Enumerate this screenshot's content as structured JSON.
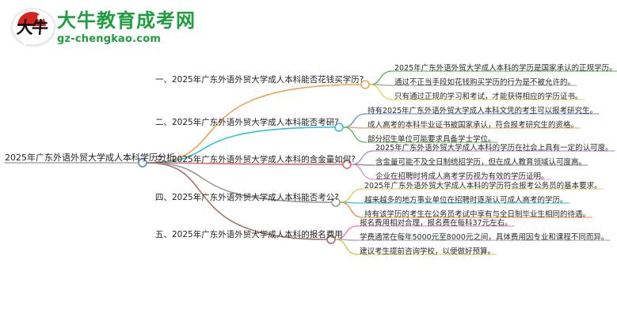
{
  "header": {
    "logo_cn": "大牛",
    "site_title": "大牛教育成考网",
    "site_domain": "gz-chengkao.com",
    "brand_color": "#1e9e3e",
    "logo_accent_color": "#d5241f"
  },
  "mindmap": {
    "root": {
      "label": "2025年广东外语外贸大学成人本科学历分析",
      "node_color": "#4a8fd6"
    },
    "branches": [
      {
        "label": "一、2025年广东外语外贸大学成人本科能否花钱买学历?",
        "color": "#f0a050",
        "leaves": [
          {
            "label": "2025年广东外语外贸大学成人本科的学历是国家承认的正规学历。",
            "color": "#4caf50"
          },
          {
            "label": "通过不正当手段如花钱购买学历的行为是不被允许的。",
            "color": "#9e9e9e"
          },
          {
            "label": "只有通过正规的学习和考试，才能获得相应的学历证书。",
            "color": "#e8d44d"
          }
        ]
      },
      {
        "label": "二、2025年广东外语外贸大学成人本科能否考研?",
        "color": "#2ec4d6",
        "leaves": [
          {
            "label": "持有2025年广东外语外贸大学成人本科文凭的考生可以报考研究生。",
            "color": "#5b8fd6"
          },
          {
            "label": "成人高考的本科毕业证书被国家承认，符合报考研究生的资格。",
            "color": "#f0a050"
          },
          {
            "label": "部分招生单位可能要求具备学士学位。",
            "color": "#5cb85c"
          }
        ]
      },
      {
        "label": "三、2025年广东外语外贸大学成人本科的含金量如何?",
        "color": "#e2686a",
        "leaves": [
          {
            "label": "2025年广东外语外贸大学成人本科的学历在社会上具有一定的认可度。",
            "color": "#a97fd4"
          },
          {
            "label": "含金量可能不及全日制统招学历，但在成人教育领域认可度高。",
            "color": "#8d7f78"
          },
          {
            "label": "企业在招聘时将成人高考学历视为有效的学历证明。",
            "color": "#f08fc0"
          }
        ]
      },
      {
        "label": "四、2025年广东外语外贸大学成人本科能否考公?",
        "color": "#9b9b9b",
        "leaves": [
          {
            "label": "2025年广东外语外贸大学成人本科的学历符合报考公务员的基本要求。",
            "color": "#d4d149"
          },
          {
            "label": "越来越多的地方事业单位在招聘时逐渐认可成人高考的学历。",
            "color": "#2ec4d6"
          },
          {
            "label": "持有该学历的考生在公务员考试中享有与全日制毕业生相同的待遇。",
            "color": "#f08a3c"
          }
        ]
      },
      {
        "label": "五、2025年广东外语外贸大学成人本科的报名费用",
        "color": "#a5706a",
        "leaves": [
          {
            "label": "报名费用相对合理，报名费在每科37元左右。",
            "color": "#f06eb4"
          },
          {
            "label": "学费通常在每年5000元至8000元之间，具体费用因专业和课程不同而异。",
            "color": "#9e9e9e"
          },
          {
            "label": "建议考生提前咨询学校，以便做好预算。",
            "color": "#c9cc3a"
          }
        ]
      }
    ]
  }
}
